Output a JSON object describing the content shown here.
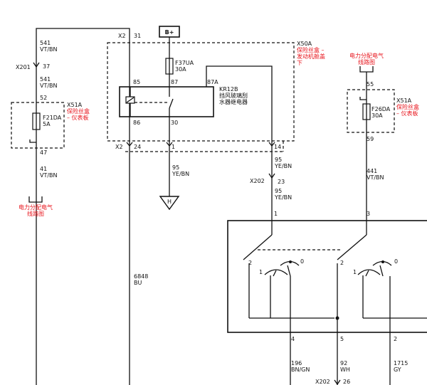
{
  "wires": {
    "w541": {
      "circuit": "541",
      "color": "VT/BN"
    },
    "w541b": {
      "circuit": "541",
      "color": "VT/BN"
    },
    "w41": {
      "circuit": "41",
      "color": "VT/BN"
    },
    "w6848": {
      "circuit": "6848",
      "color": "BU"
    },
    "w95a": {
      "circuit": "95",
      "color": "YE/BN"
    },
    "w95b": {
      "circuit": "95",
      "color": "YE/BN"
    },
    "w95c": {
      "circuit": "95",
      "color": "YE/BN"
    },
    "w441": {
      "circuit": "441",
      "color": "VT/BN"
    },
    "w196": {
      "circuit": "196",
      "color": "BN/GN"
    },
    "w92": {
      "circuit": "92",
      "color": "WH"
    },
    "w1715": {
      "circuit": "1715",
      "color": "GY"
    }
  },
  "connectors": {
    "x201": "X201",
    "x2_top": "X2",
    "x2_bot": "X2",
    "x202": "X202",
    "x202_bot": "X202"
  },
  "pins": {
    "p31": "31",
    "p37": "37",
    "p52": "52",
    "p47": "47",
    "p85": "85",
    "p86": "86",
    "p87": "87",
    "p87a": "87A",
    "p30": "30",
    "p24": "24",
    "p1": "1",
    "p14": "14",
    "p23": "23",
    "p55": "55",
    "p59": "59",
    "m1": "1",
    "m3": "3",
    "m4": "4",
    "m5": "5",
    "m2": "2",
    "m26": "26"
  },
  "fuses": {
    "f21": {
      "name": "F21DA",
      "rating": "5A"
    },
    "f37": {
      "name": "F37UA",
      "rating": "30A"
    },
    "f26": {
      "name": "F26DA",
      "rating": "30A"
    }
  },
  "blocks": {
    "x51a_left": {
      "id": "X51A",
      "line1": "保险丝盒",
      "line2": "– 仪表板"
    },
    "x50a": {
      "id": "X50A",
      "line1": "保险丝盒 –",
      "line2": "发动机舱盖",
      "line3": "下"
    },
    "x51a_right": {
      "id": "X51A",
      "line1": "保险丝盒",
      "line2": "– 仪表板"
    }
  },
  "relay": {
    "id": "KR12B",
    "line1": "挡风玻璃刮",
    "line2": "水器继电器"
  },
  "power_label": "B+",
  "ground_label": "H",
  "refs": {
    "left": {
      "line1": "电力分配电气",
      "line2": "线路图"
    },
    "right": {
      "line1": "电力分配电气",
      "line2": "线路图"
    }
  },
  "switch_labels": {
    "a2": "2",
    "a1": "1",
    "a0": "0",
    "b2": "2",
    "b1": "1",
    "b0": "0"
  }
}
